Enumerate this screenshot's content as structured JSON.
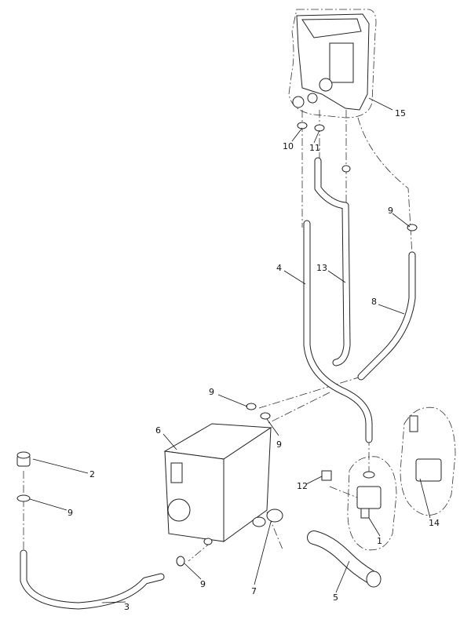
{
  "diagram": {
    "type": "exploded-parts-diagram",
    "callouts": [
      "15",
      "10",
      "11",
      "9",
      "4",
      "13",
      "8",
      "9",
      "9",
      "6",
      "2",
      "9",
      "12",
      "14",
      "1",
      "9",
      "7",
      "5",
      "3"
    ]
  }
}
